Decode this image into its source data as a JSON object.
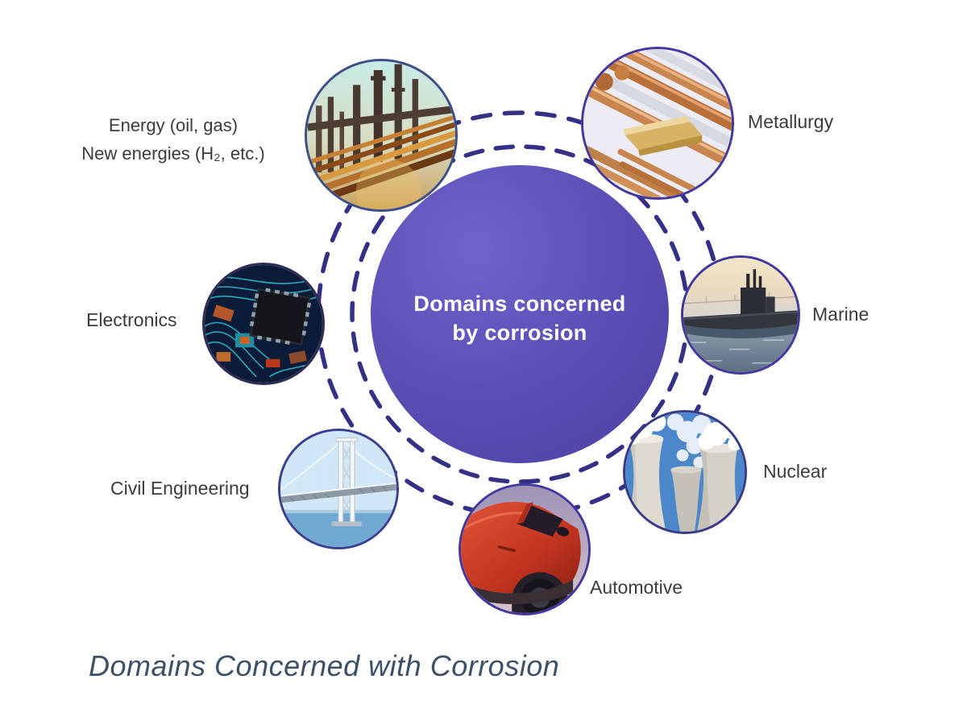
{
  "center": {
    "title_line1": "Domains concerned",
    "title_line2": "by corrosion"
  },
  "domains": [
    {
      "id": "energy",
      "label_line1": "Energy (oil, gas)",
      "label_line2": "New energies (H₂, etc.)",
      "photo": "oil-refinery-pipelines"
    },
    {
      "id": "metallurgy",
      "label": "Metallurgy",
      "photo": "copper-and-gold-metal-rods"
    },
    {
      "id": "electronics",
      "label": "Electronics",
      "photo": "circuit-board-with-chip"
    },
    {
      "id": "marine",
      "label": "Marine",
      "photo": "submarine-at-sea"
    },
    {
      "id": "civil",
      "label": "Civil Engineering",
      "photo": "suspension-bridge"
    },
    {
      "id": "nuclear",
      "label": "Nuclear",
      "photo": "cooling-towers"
    },
    {
      "id": "automotive",
      "label": "Automotive",
      "photo": "red-suv-car"
    }
  ],
  "caption": "Domains Concerned with Corrosion",
  "colors": {
    "center_circle": "#5b50b6",
    "dashed_ring": "#333085",
    "label_text": "#3b3b3b",
    "caption_text": "#3e5065",
    "circle_border": "#43389e"
  }
}
